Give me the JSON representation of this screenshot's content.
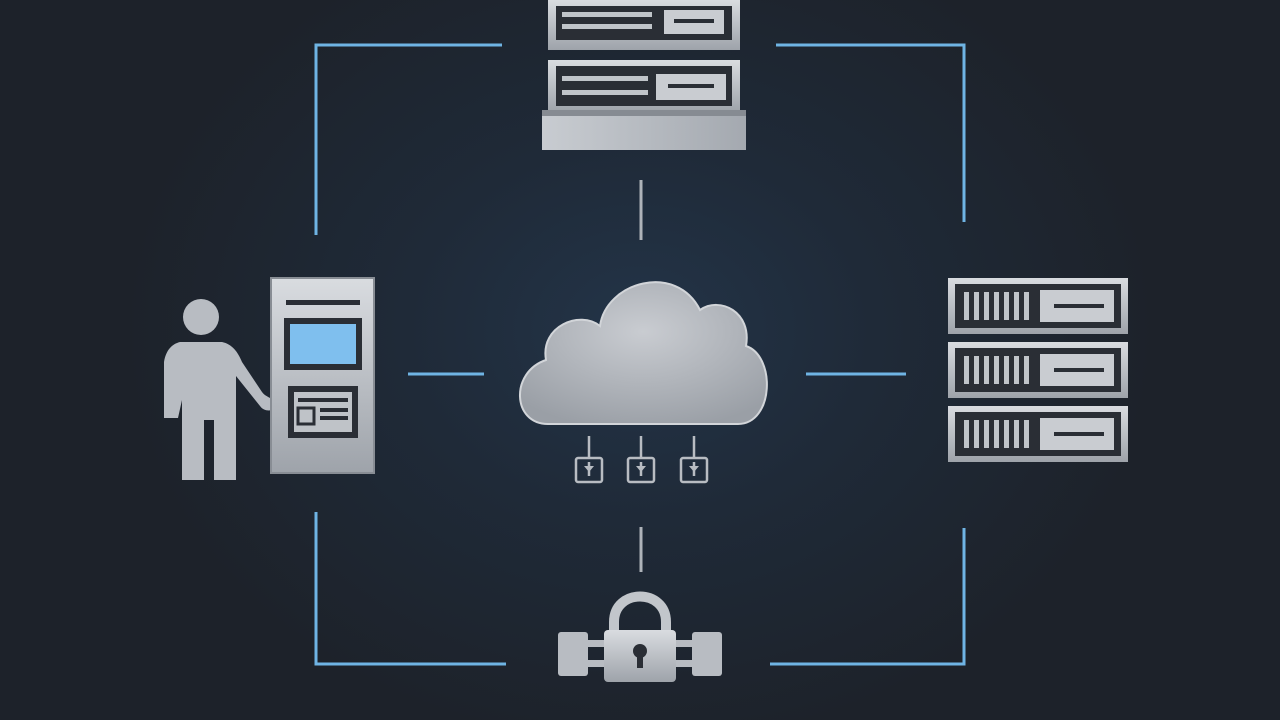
{
  "diagram": {
    "type": "network-architecture",
    "nodes": [
      {
        "id": "top-server",
        "icon": "server-icon"
      },
      {
        "id": "cloud",
        "icon": "cloud-icon"
      },
      {
        "id": "kiosk-user",
        "icon": "user-icon"
      },
      {
        "id": "atm-terminal",
        "icon": "atm-kiosk-icon"
      },
      {
        "id": "right-server-rack",
        "icon": "server-rack-icon"
      },
      {
        "id": "security-lock",
        "icon": "padlock-icon"
      }
    ],
    "colors": {
      "background": "#1e232b",
      "connector": "#6fb4e4",
      "icon_fill": "#b8bcc2",
      "icon_dark": "#2a2e35",
      "screen": "#7fbfee"
    }
  }
}
